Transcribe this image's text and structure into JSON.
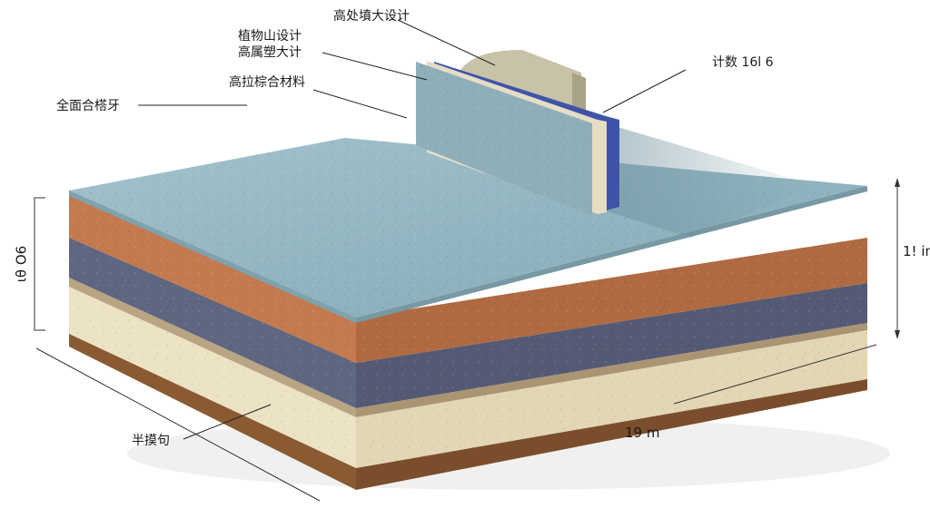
{
  "labels": {
    "top_center": "高处墳大设计",
    "wall_upper": "植物山设计",
    "wall_lower": "高属塑大计",
    "composite": "高拉棕合材料",
    "full_surface": "全面合榙牙",
    "count": "计数 16l 6",
    "bottom_left": "半摸句"
  },
  "dimensions": {
    "left_height": "ιθ O6",
    "right_height": "1! in",
    "length": "19 m"
  },
  "colors": {
    "top_surface": "#8fb3bf",
    "orange_layer": "#c47a4e",
    "slate_layer": "#5f6680",
    "thin_tan": "#b9a583",
    "sand_layer": "#ece2c4",
    "base_brown": "#8a5a33",
    "wall_blue": "#3e54a8",
    "wall_cream": "#e5ddc6",
    "stone_cap": "#c8c2a8"
  }
}
